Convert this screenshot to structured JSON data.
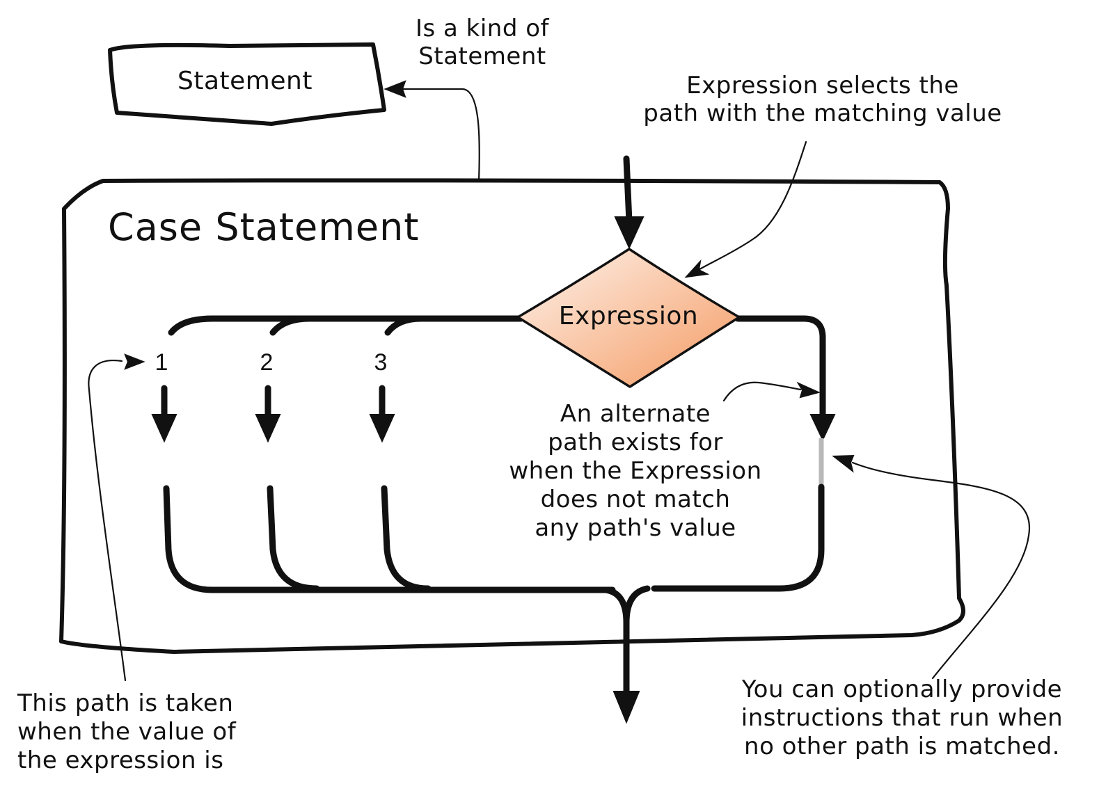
{
  "shapes": {
    "statement_box": "Statement",
    "container_title": "Case Statement",
    "decision": "Expression"
  },
  "paths": [
    "1",
    "2",
    "3"
  ],
  "notes": {
    "kind_of": [
      "Is a kind of",
      "Statement"
    ],
    "expression_selects": [
      "Expression selects the",
      "path with the matching value"
    ],
    "alternate_path": [
      "An alternate",
      "path exists for",
      "when the Expression",
      "does not match",
      "any path's value"
    ],
    "path_taken": [
      "This path is taken",
      "when the value of",
      "the expression is"
    ],
    "optional_instructions": [
      "You can optionally provide",
      "instructions that run when",
      "no other path is matched."
    ]
  },
  "colors": {
    "stroke": "#111111",
    "decision_fill_light": "#fde9dc",
    "decision_fill_dark": "#f5a46e",
    "default_path_gap": "#b8b8b8",
    "background": "#ffffff"
  }
}
